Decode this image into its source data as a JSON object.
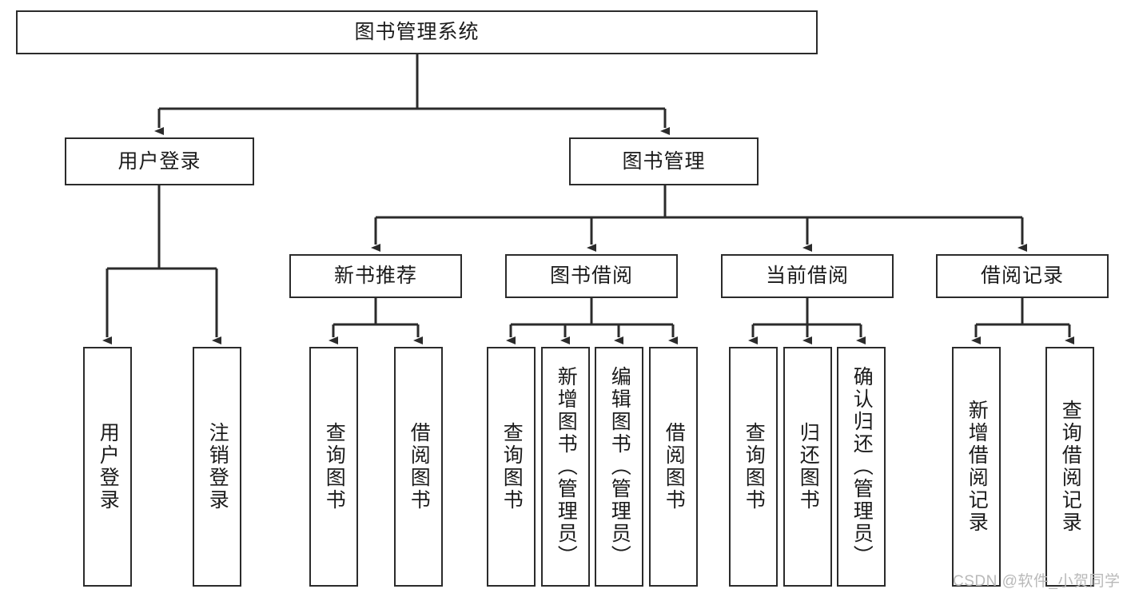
{
  "diagram": {
    "type": "tree-hierarchy-chart",
    "title": "图书管理系统",
    "stroke_color": "#2b2b2b",
    "fill_color": "#ffffff",
    "text_color": "#1b1b1b",
    "root": {
      "label": "图书管理系统"
    },
    "level2": [
      {
        "label": "用户登录"
      },
      {
        "label": "图书管理"
      }
    ],
    "level3": [
      {
        "label": "新书推荐"
      },
      {
        "label": "图书借阅"
      },
      {
        "label": "当前借阅"
      },
      {
        "label": "借阅记录"
      }
    ],
    "leaves": {
      "user_login": [
        {
          "label": "用户登录"
        },
        {
          "label": "注销登录"
        }
      ],
      "new_book_recommend": [
        {
          "label": "查询图书"
        },
        {
          "label": "借阅图书"
        }
      ],
      "book_borrow": [
        {
          "label": "查询图书"
        },
        {
          "label": "新增图书（管理员）"
        },
        {
          "label": "编辑图书（管理员）"
        },
        {
          "label": "借阅图书"
        }
      ],
      "current_borrow": [
        {
          "label": "查询图书"
        },
        {
          "label": "归还图书"
        },
        {
          "label": "确认归还（管理员）"
        }
      ],
      "borrow_record": [
        {
          "label": "新增借阅记录"
        },
        {
          "label": "查询借阅记录"
        }
      ]
    }
  },
  "watermark": {
    "text": "CSDN @软件_小贺同学"
  }
}
